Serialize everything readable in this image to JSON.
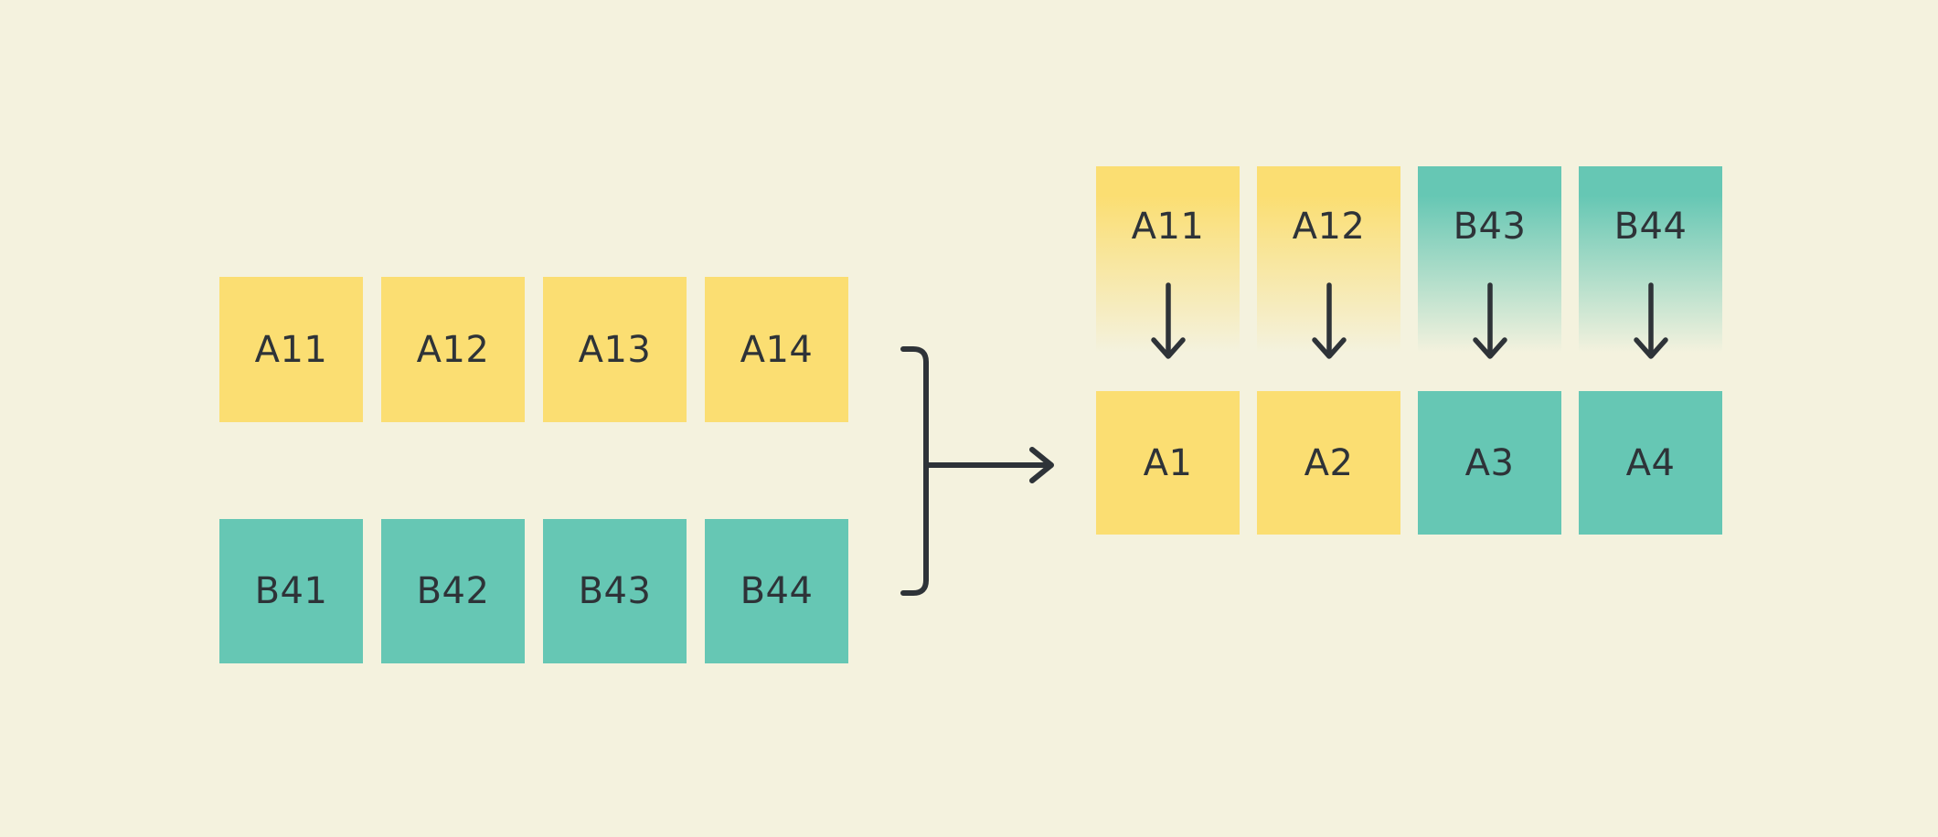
{
  "colors": {
    "background": "#F4F2DE",
    "yellow": "#FBDE72",
    "teal": "#66C7B4",
    "ink": "#2E3338"
  },
  "left": {
    "row_a": [
      "A11",
      "A12",
      "A13",
      "A14"
    ],
    "row_b": [
      "B41",
      "B42",
      "B43",
      "B44"
    ]
  },
  "right": {
    "source_row": [
      {
        "label": "A11",
        "color": "yellow"
      },
      {
        "label": "A12",
        "color": "yellow"
      },
      {
        "label": "B43",
        "color": "teal"
      },
      {
        "label": "B44",
        "color": "teal"
      }
    ],
    "result_row": [
      {
        "label": "A1",
        "color": "yellow"
      },
      {
        "label": "A2",
        "color": "yellow"
      },
      {
        "label": "A3",
        "color": "teal"
      },
      {
        "label": "A4",
        "color": "teal"
      }
    ]
  },
  "icons": {
    "merge": "bracket-merge-arrow-right-icon",
    "mapping": "arrow-down-icon"
  }
}
